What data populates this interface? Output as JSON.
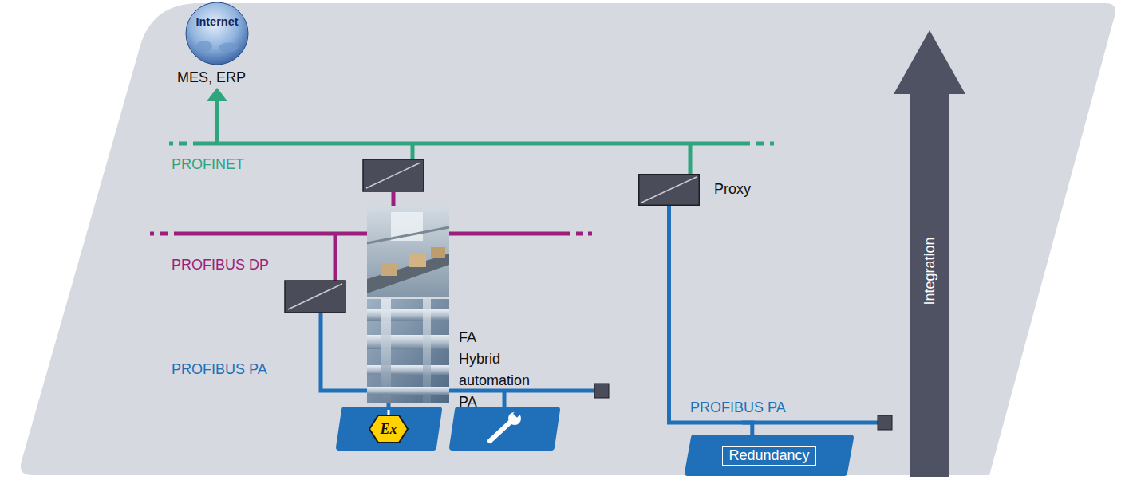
{
  "diagram": {
    "nodes": [
      {
        "text": [
          "Internet"
        ]
      },
      {
        "text": [
          "Proxy"
        ]
      },
      {
        "text": [
          "Redundancy"
        ]
      },
      {
        "text": [
          "Integration"
        ]
      }
    ],
    "edges": [
      {
        "from": 1,
        "to": 2,
        "arrow": "none"
      }
    ],
    "labels": [
      "MES, ERP",
      "PROFINET",
      "PROFIBUS DP",
      "FA",
      "Hybrid automation",
      "PA",
      "PROFIBUS PA",
      "Ex",
      "PROFIBUS PA"
    ]
  }
}
